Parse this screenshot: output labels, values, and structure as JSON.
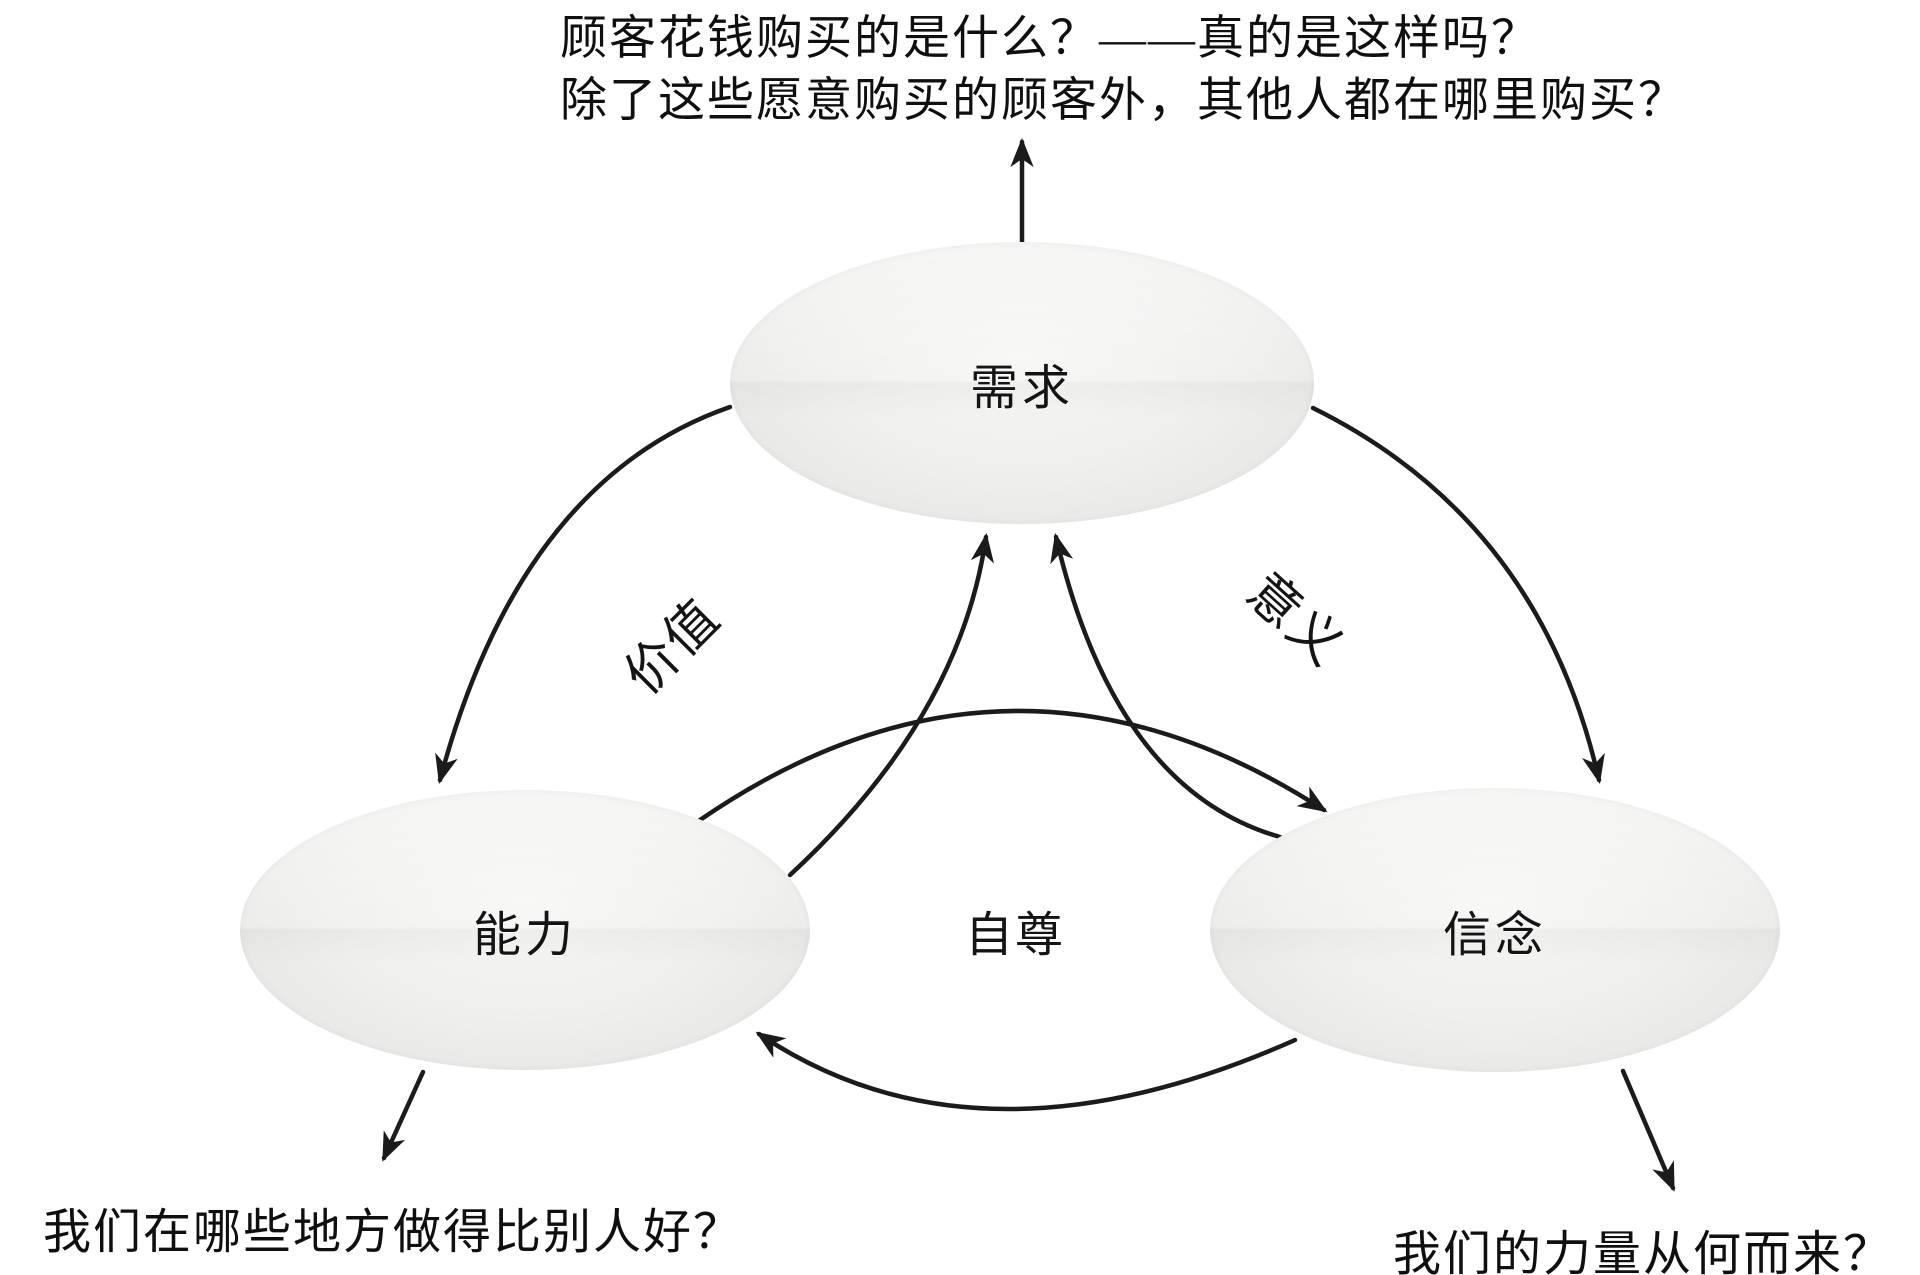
{
  "diagram": {
    "questions": {
      "top_line1": "顾客花钱购买的是什么？——真的是这样吗？",
      "top_line2": "除了这些愿意购买的顾客外，其他人都在哪里购买？",
      "bottom_left": "我们在哪些地方做得比别人好？",
      "bottom_right": "我们的力量从何而来？"
    },
    "nodes": {
      "demand": {
        "label": "需求"
      },
      "ability": {
        "label": "能力"
      },
      "belief": {
        "label": "信念"
      }
    },
    "edge_labels": {
      "value": "价值",
      "meaning": "意义",
      "self_esteem": "自尊"
    },
    "colors": {
      "ink": "#1b1b1b",
      "ellipse_fill": "#ececea",
      "background": "#ffffff"
    }
  }
}
